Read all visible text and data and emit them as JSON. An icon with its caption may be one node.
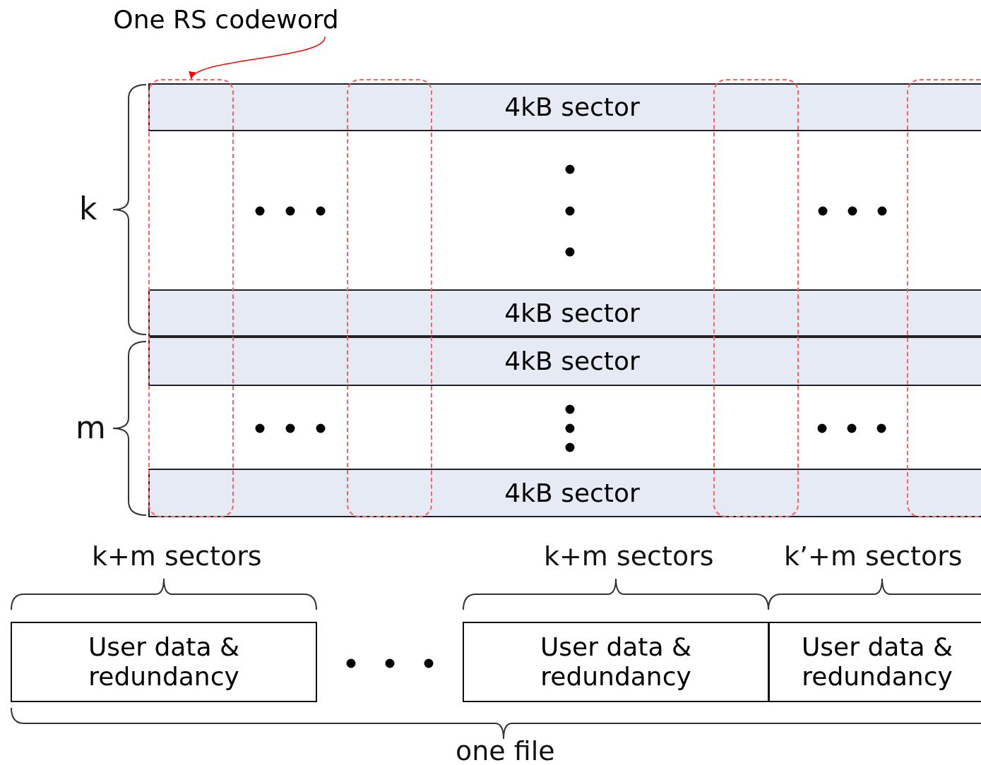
{
  "diagram": {
    "nodes": [
      {
        "text": [
          "One RS codeword"
        ]
      },
      {
        "text": [],
        "shape": "box"
      },
      {
        "text": [],
        "shape": "box"
      },
      {
        "text": [],
        "shape": "box"
      },
      {
        "text": [],
        "shape": "box"
      },
      {
        "text": [
          "4kB sector"
        ]
      },
      {
        "text": [
          "4kB sector"
        ]
      },
      {
        "text": [
          "4kB sector"
        ]
      },
      {
        "text": [
          "4kB sector"
        ]
      },
      {
        "text": [
          "User data & redundancy"
        ]
      },
      {
        "text": [
          "User data & redundancy"
        ]
      },
      {
        "text": [
          "User data & redundancy"
        ]
      }
    ],
    "edges": [
      {
        "from": 0,
        "to": 1,
        "arrow": "to",
        "color": "#ff0000"
      }
    ],
    "labels": [
      "k",
      "m",
      "k+m sectors",
      "k+m sectors",
      "k’+m sectors",
      "one file"
    ]
  }
}
